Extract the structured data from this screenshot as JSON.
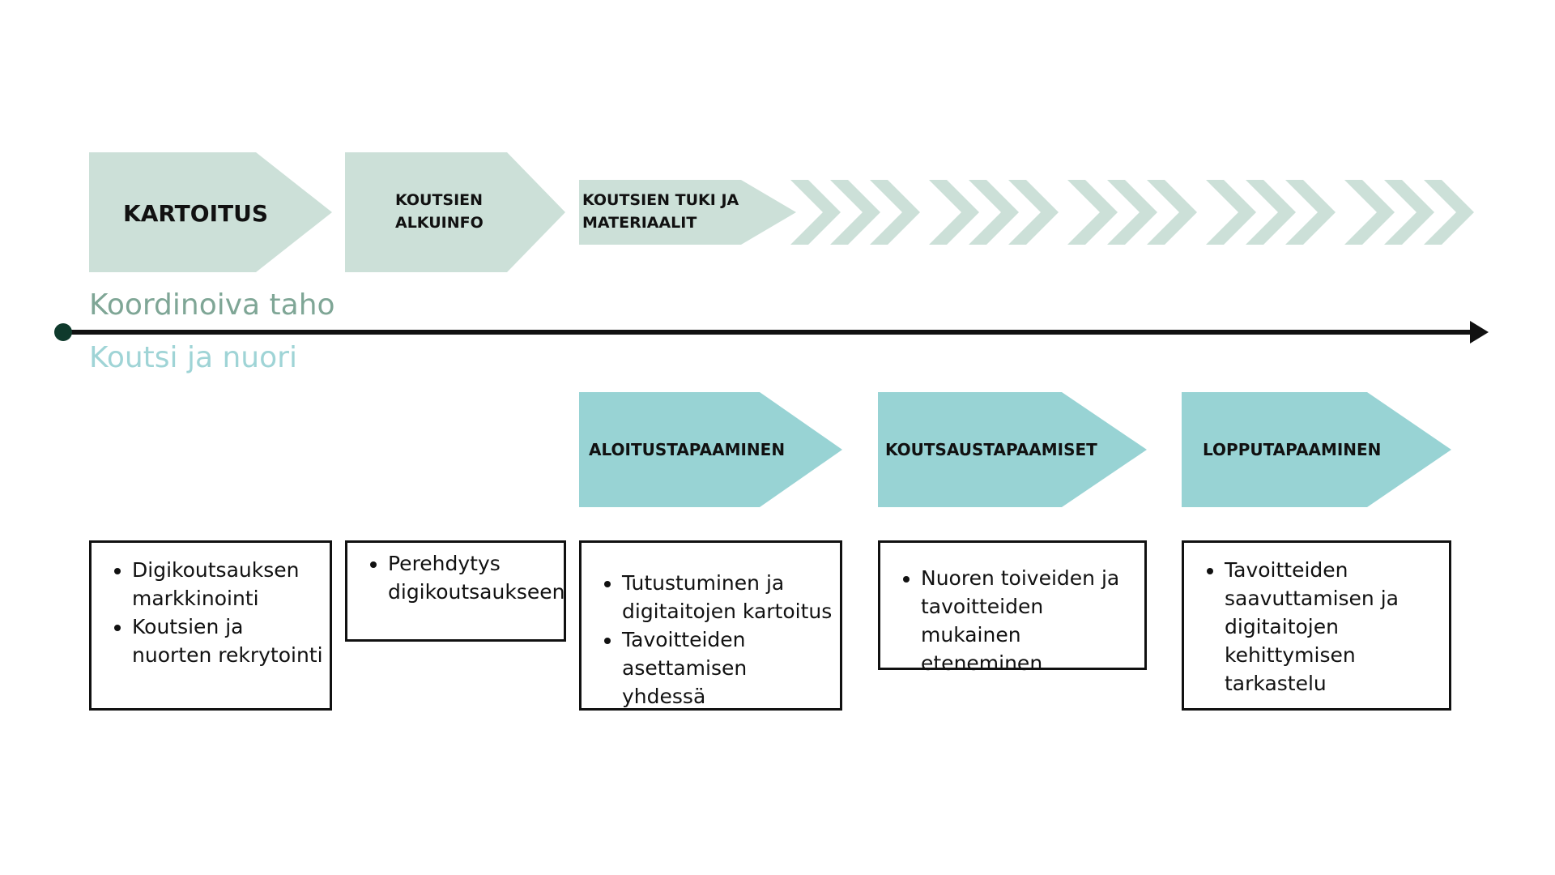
{
  "colors": {
    "top_arrow_fill": "#cce0d8",
    "bottom_arrow_fill": "#98d3d4",
    "timeline": "#111111",
    "timeline_start_dot": "#0f3a2c",
    "coordinator_label": "#7fa696",
    "coach_label": "#9fd4d6",
    "box_border": "#111111",
    "text": "#111111"
  },
  "top_stages": [
    {
      "label": "KARTOITUS"
    },
    {
      "label_lines": [
        "KOUTSIEN",
        "ALKUINFO"
      ]
    },
    {
      "label_lines": [
        "KOUTSIEN TUKI JA",
        "MATERIAALIT"
      ]
    }
  ],
  "lanes": {
    "coordinator": "Koordinoiva taho",
    "coach_and_youth": "Koutsi ja nuori"
  },
  "bottom_stages": [
    {
      "label": "ALOITUSTAPAAMINEN"
    },
    {
      "label": "KOUTSAUSTAPAAMISET"
    },
    {
      "label": "LOPPUTAPAAMINEN"
    }
  ],
  "boxes": [
    {
      "items": [
        "Digikoutsauksen markkinointi",
        "Koutsien ja nuorten rekrytointi"
      ]
    },
    {
      "items": [
        "Perehdytys digikoutsaukseen"
      ]
    },
    {
      "items": [
        "Tutustuminen ja digitaitojen kartoitus",
        "Tavoitteiden asettamisen yhdessä"
      ]
    },
    {
      "items": [
        "Nuoren toiveiden ja tavoitteiden mukainen eteneminen"
      ]
    },
    {
      "items": [
        "Tavoitteiden saavuttamisen ja digitaitojen kehittymisen tarkastelu"
      ]
    }
  ]
}
